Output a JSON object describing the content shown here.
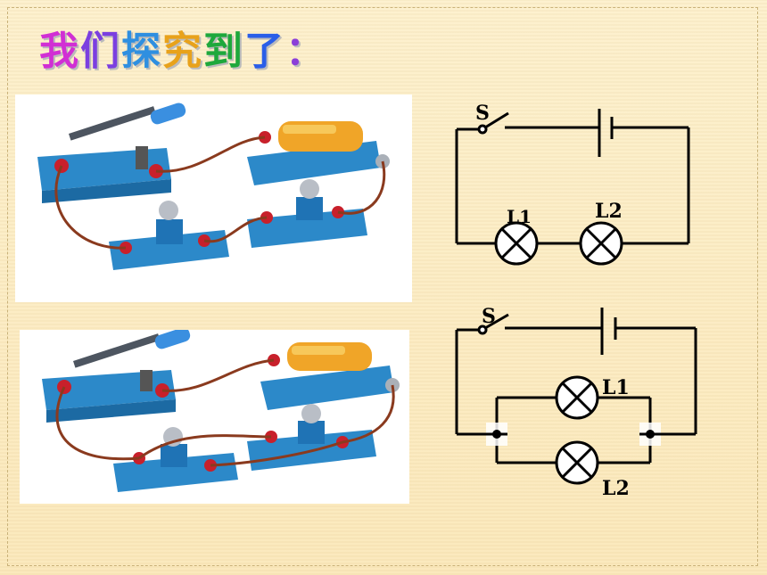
{
  "title": {
    "chars": [
      "我",
      "们",
      "探",
      "究",
      "到",
      "了",
      "："
    ],
    "colors": [
      "#d12fd4",
      "#7b3fe0",
      "#2f8fe0",
      "#e8a21b",
      "#1ea83c",
      "#2a5ee8",
      "#8b3fd8"
    ]
  },
  "series_circuit": {
    "switch_label": "S",
    "lamp1_label": "L1",
    "lamp2_label": "L2"
  },
  "parallel_circuit": {
    "switch_label": "S",
    "lamp1_label": "L1",
    "lamp2_label": "L2"
  },
  "photos": {
    "series_photo_icon": "series-circuit-apparatus",
    "parallel_photo_icon": "parallel-circuit-apparatus"
  }
}
